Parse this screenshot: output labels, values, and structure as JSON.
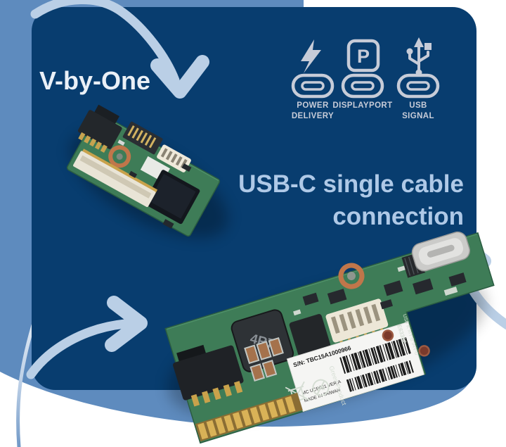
{
  "palette": {
    "background": "#FFFFFF",
    "blob_blue": "#5E8BBE",
    "card_navy": "#083D6F",
    "arrow_light_blue": "#BACFE6",
    "headline_blue": "#AFC9E7",
    "title_white": "#EAF0F7",
    "icon_gray": "#C7CCD8",
    "pcb_green": "#3E7C57",
    "gold": "#D3AC5B",
    "copper": "#C0764A"
  },
  "labels": {
    "v_by_one": "V-by-One",
    "headline_line1": "USB-C single cable",
    "headline_line2": "connection"
  },
  "features": [
    {
      "name": "power-delivery",
      "icon": "lightning-bolt-icon",
      "line1": "POWER",
      "line2": "DELIVERY"
    },
    {
      "name": "displayport",
      "icon": "displayport-p-icon",
      "glyph": "P",
      "line1": "DISPLAYPORT"
    },
    {
      "name": "usb-signal",
      "icon": "usb-trident-icon",
      "line1": "USB",
      "line2": "SIGNAL"
    }
  ],
  "boards": {
    "usb_c_board": {
      "inductor_marking": "4R7",
      "serial": "S/N: TBC15A1000966",
      "label_line1": "MC UCP001 VER:A",
      "label_line2": "MADE IN TAIWAN",
      "edge_marking_line1": "E63382",
      "edge_marking_line2": "USB K MY-B 94V-0",
      "silkscreen": "Green Product",
      "pb_free_marking": "Pb"
    }
  }
}
